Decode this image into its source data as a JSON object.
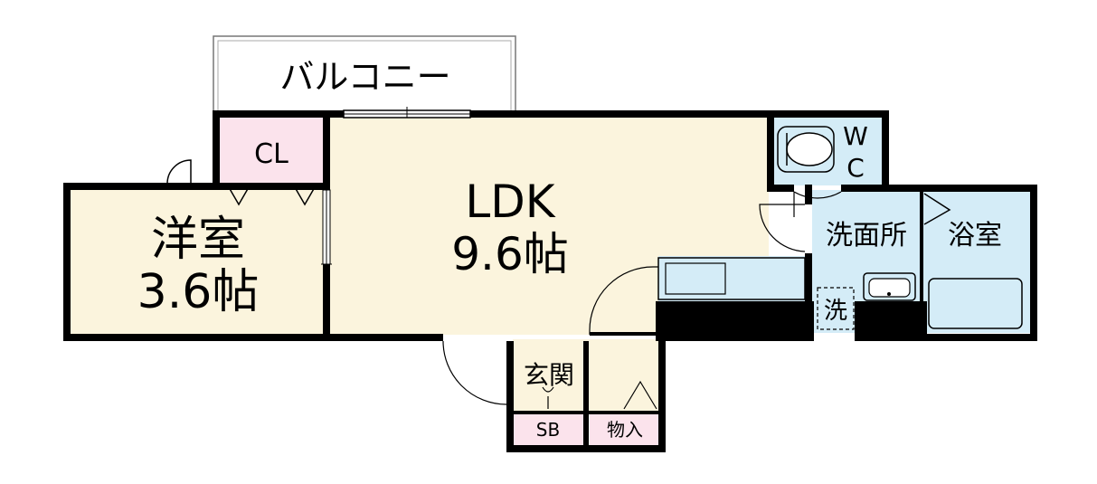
{
  "plan": {
    "balcony": "バルコニー",
    "closet": "CL",
    "western_room": {
      "name": "洋室",
      "size": "3.6帖"
    },
    "ldk": {
      "name": "LDK",
      "size": "9.6帖"
    },
    "toilet": {
      "line1": "W",
      "line2": "C"
    },
    "washroom": "洗面所",
    "bathroom": "浴室",
    "washer": "洗",
    "entrance": "玄関",
    "shoe_box": "SB",
    "storage": "物入"
  },
  "colors": {
    "wall": "#000000",
    "western_room": "#fbf4dd",
    "ldk": "#fbf4dd",
    "closet": "#fbe3ec",
    "wet_area": "#d4ecf7",
    "entrance": "#fbf4dd",
    "shoe_box": "#fbe3ec",
    "storage": "#fbe3ec"
  }
}
